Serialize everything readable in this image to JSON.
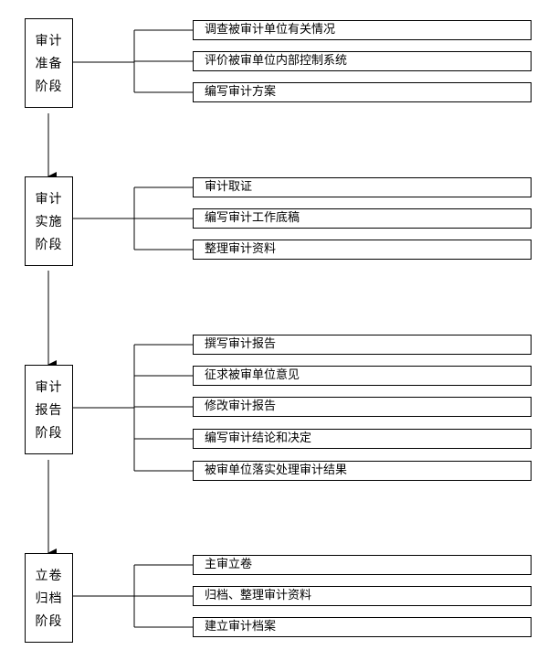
{
  "stages": [
    {
      "lines": [
        "审计",
        "准备",
        "阶段"
      ],
      "tasks": [
        "调查被审计单位有关情况",
        "评价被审单位内部控制系统",
        "编写审计方案"
      ]
    },
    {
      "lines": [
        "审计",
        "实施",
        "阶段"
      ],
      "tasks": [
        "审计取证",
        "编写审计工作底稿",
        "整理审计资料"
      ]
    },
    {
      "lines": [
        "审计",
        "报告",
        "阶段"
      ],
      "tasks": [
        "撰写审计报告",
        "征求被审单位意见",
        "修改审计报告",
        "编写审计结论和决定",
        "被审单位落实处理审计结果"
      ]
    },
    {
      "lines": [
        "立卷",
        "归档",
        "阶段"
      ],
      "tasks": [
        "主审立卷",
        "归档、整理审计资料",
        "建立审计档案"
      ]
    }
  ]
}
